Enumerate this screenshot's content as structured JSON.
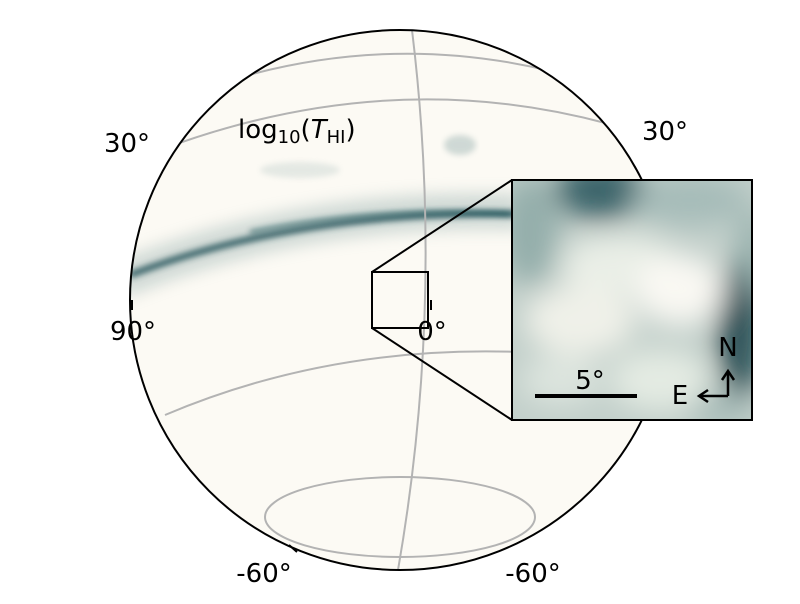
{
  "title": {
    "prefix": "log",
    "subscript": "10",
    "open": "(",
    "variable": "T",
    "variable_subscript": "HI",
    "close": ")"
  },
  "axis_labels": {
    "lat_upper_left": "30°",
    "lat_upper_right": "30°",
    "lon_left": "90°",
    "lon_center": "0°",
    "lat_lower_left": "-60°",
    "lat_lower_right": "-60°"
  },
  "inset": {
    "scale_label": "5°",
    "compass_north": "N",
    "compass_east": "E"
  },
  "colors": {
    "background_map": "#fcfaf4",
    "graticule": "#b3b3b3",
    "colormap_dark": "#02353d",
    "colormap_mid": "#7d9c9c",
    "colormap_light": "#fcfaf4"
  }
}
